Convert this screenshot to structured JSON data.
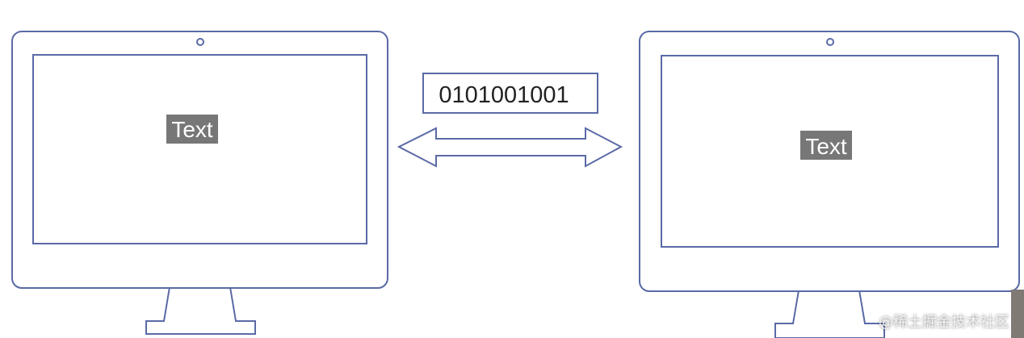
{
  "left_monitor": {
    "screen_text": "Text"
  },
  "right_monitor": {
    "screen_text": "Text"
  },
  "transfer": {
    "binary_label": "0101001001"
  },
  "watermark": {
    "text": "@稀土掘金技术社区"
  },
  "colors": {
    "outline": "#5a6aa6",
    "label_bg": "#777777",
    "label_text": "#ffffff",
    "binary_text": "#222222"
  }
}
